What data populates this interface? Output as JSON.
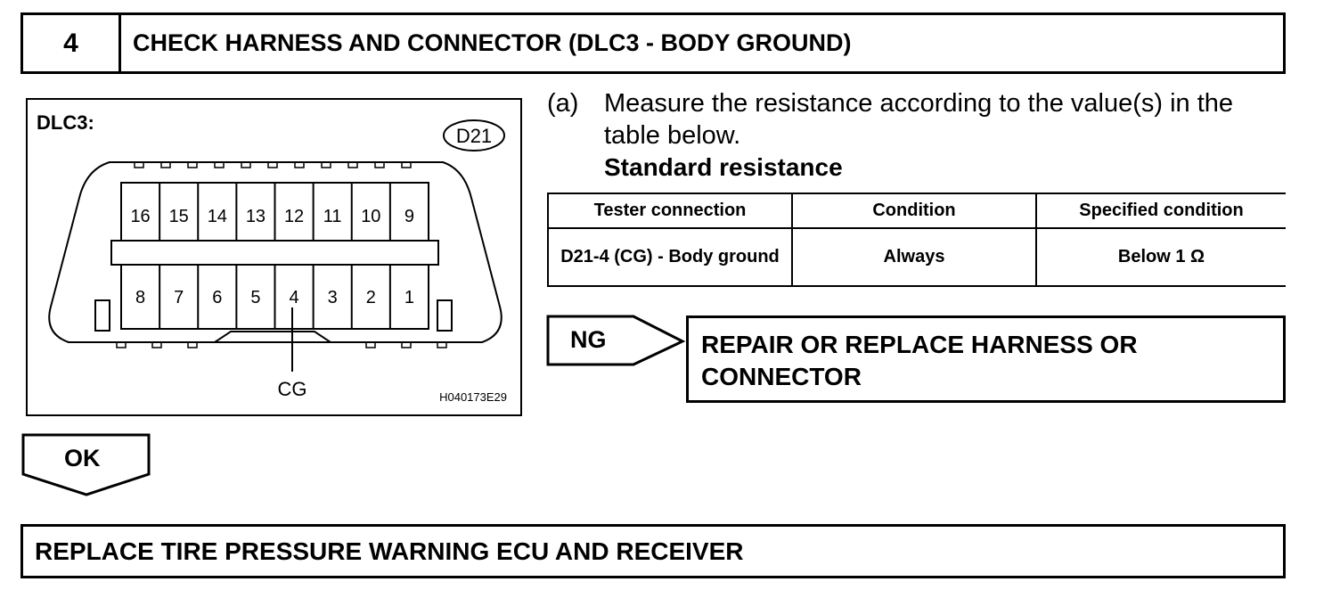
{
  "step": {
    "number": "4",
    "title": "CHECK HARNESS AND CONNECTOR (DLC3 - BODY GROUND)"
  },
  "figure": {
    "connector_name": "DLC3:",
    "connector_code": "D21",
    "pins_top": [
      "16",
      "15",
      "14",
      "13",
      "12",
      "11",
      "10",
      "9"
    ],
    "pins_bottom": [
      "8",
      "7",
      "6",
      "5",
      "4",
      "3",
      "2",
      "1"
    ],
    "callout_label": "CG",
    "figure_id": "H040173E29"
  },
  "measurement": {
    "marker": "(a)",
    "instruction": "Measure the resistance according to the value(s) in the table below.",
    "standard_label": "Standard resistance"
  },
  "table": {
    "headers": [
      "Tester connection",
      "Condition",
      "Specified condition"
    ],
    "rows": [
      [
        "D21-4 (CG) - Body ground",
        "Always",
        "Below 1 Ω"
      ]
    ]
  },
  "ng": {
    "label": "NG",
    "action": "REPAIR OR REPLACE HARNESS OR CONNECTOR"
  },
  "ok": {
    "label": "OK",
    "action": "REPLACE TIRE PRESSURE WARNING ECU AND RECEIVER"
  }
}
